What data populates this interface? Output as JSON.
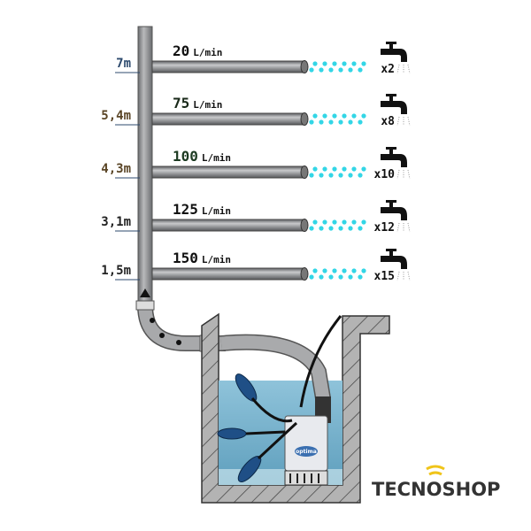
{
  "rows": [
    {
      "height": "7m",
      "flow": "20",
      "unit": "L/min",
      "taps": "x2",
      "height_color": "#2d4a6e",
      "flow_color": "#111111"
    },
    {
      "height": "5,4m",
      "flow": "75",
      "unit": "L/min",
      "taps": "x8",
      "height_color": "#5a4526",
      "flow_color": "#1a2a1a"
    },
    {
      "height": "4,3m",
      "flow": "100",
      "unit": "L/min",
      "taps": "x10",
      "height_color": "#5a4526",
      "flow_color": "#1d3b22"
    },
    {
      "height": "3,1m",
      "flow": "125",
      "unit": "L/min",
      "taps": "x12",
      "height_color": "#222222",
      "flow_color": "#111111"
    },
    {
      "height": "1,5m",
      "flow": "150",
      "unit": "L/min",
      "taps": "x15",
      "height_color": "#222222",
      "flow_color": "#111111"
    }
  ],
  "pump_brand": "optima",
  "logo": {
    "text": "TECNOSHOP",
    "accent": "#f0c419"
  },
  "colors": {
    "pipe": "#8a8c8f",
    "water": "#7fb6d0",
    "spray": "#33d6e6",
    "wall": "#b3b3b3"
  }
}
